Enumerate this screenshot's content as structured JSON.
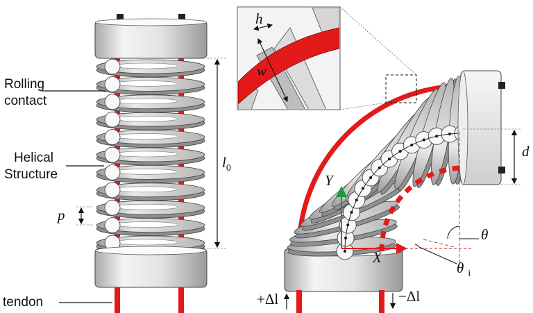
{
  "labels": {
    "rolling_contact_line1": "Rolling",
    "rolling_contact_line2": "contact",
    "helical_line1": "Helical",
    "helical_line2": "Structure",
    "tendon": "tendon",
    "p": "p",
    "l0_base": "l",
    "l0_sub": "0",
    "h": "h",
    "w": "w",
    "d": "d",
    "theta": "θ",
    "theta_i_base": "θ",
    "theta_i_sub": "i",
    "X": "X",
    "Y": "Y",
    "plus_delta_l": "+Δl",
    "minus_delta_l": "−Δl"
  },
  "colors": {
    "tendon": "#e21a1a",
    "disk_light": "#f2f2f2",
    "disk_mid": "#c9c9c9",
    "disk_dark": "#8f8f8f",
    "outline": "#333333",
    "axis_x": "#e21a1a",
    "axis_y": "#1a9a3a",
    "dim_line": "#111111"
  }
}
